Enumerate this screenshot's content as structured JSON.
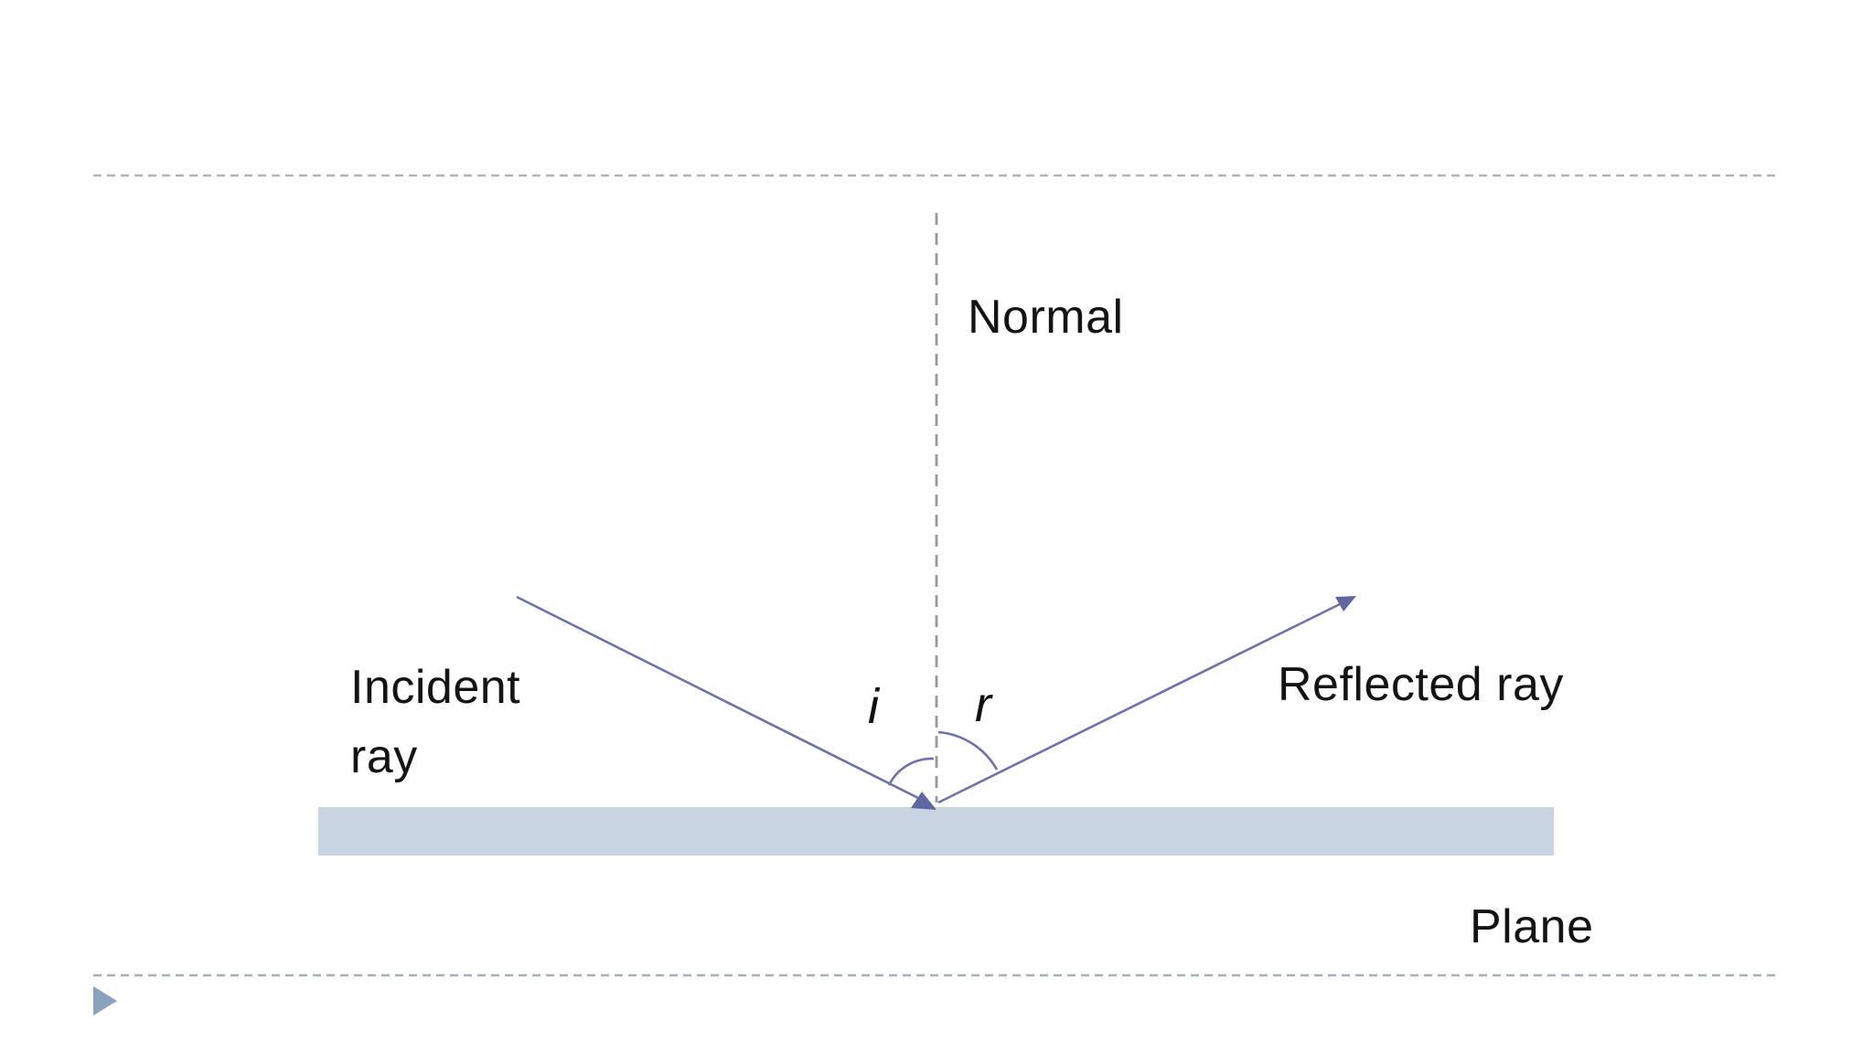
{
  "slide": {
    "type": "presentation-slide-reflection-diagram",
    "labels": {
      "normal": "Normal",
      "incident_ray": "Incident\nray",
      "reflected_ray": "Reflected ray",
      "plane": "Plane",
      "angle_of_incidence": "i",
      "angle_of_reflection": "r"
    },
    "icons": {
      "bullet": "play-triangle-icon"
    },
    "colors": {
      "background": "#ffffff",
      "text": "#141414",
      "ray_stroke": "#6e72a8",
      "arrowhead_fill": "#5f66a0",
      "normal_dash": "#97989c",
      "top_border_dash": "#b2b4b8",
      "bottom_border_dash": "#a6afbd",
      "plane_fill": "#c9d4e2",
      "bullet_fill": "#8ba2bf"
    }
  }
}
